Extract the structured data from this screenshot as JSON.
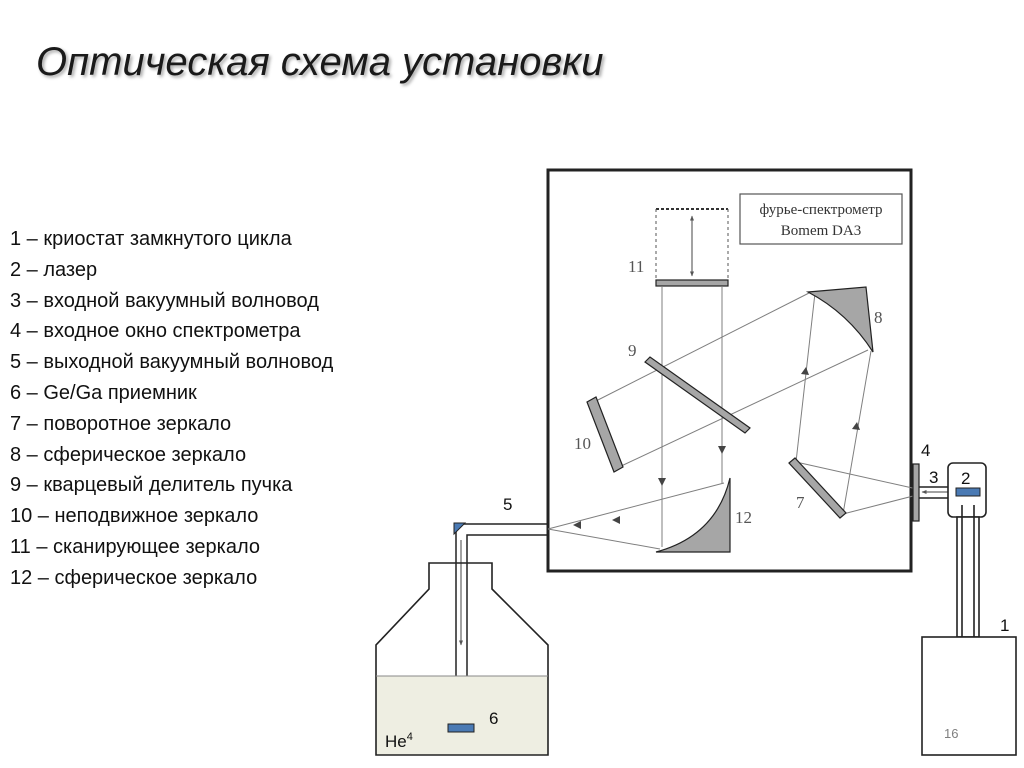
{
  "title": "Оптическая схема установки",
  "legend": [
    "1 – криостат замкнутого цикла",
    "2 – лазер",
    "3 – входной вакуумный волновод",
    "4 – входное окно спектрометра",
    "5 – выходной вакуумный волновод",
    "6 – Ge/Ga приемник",
    "7 – поворотное зеркало",
    "8 – сферическое зеркало",
    "9 – кварцевый делитель пучка",
    "10 – неподвижное зеркало",
    "11 – сканирующее зеркало",
    "12 – сферическое зеркало"
  ],
  "diagram": {
    "spectrometer_label_line1": "фурье-спектрометр",
    "spectrometer_label_line2": "Bomem DA3",
    "labels": {
      "n1": "1",
      "n2": "2",
      "n3": "3",
      "n4": "4",
      "n5": "5",
      "n6": "6",
      "n7": "7",
      "n8": "8",
      "n9": "9",
      "n10": "10",
      "n11": "11",
      "n12": "12"
    },
    "he_label": "He",
    "he_superscript": "4"
  },
  "page_number": "16",
  "colors": {
    "mirror_fill": "#a6a6a6",
    "liquid_fill": "#eeeee2",
    "detector_fill": "#4a7ab4",
    "ray_color": "#7f7f7f"
  }
}
